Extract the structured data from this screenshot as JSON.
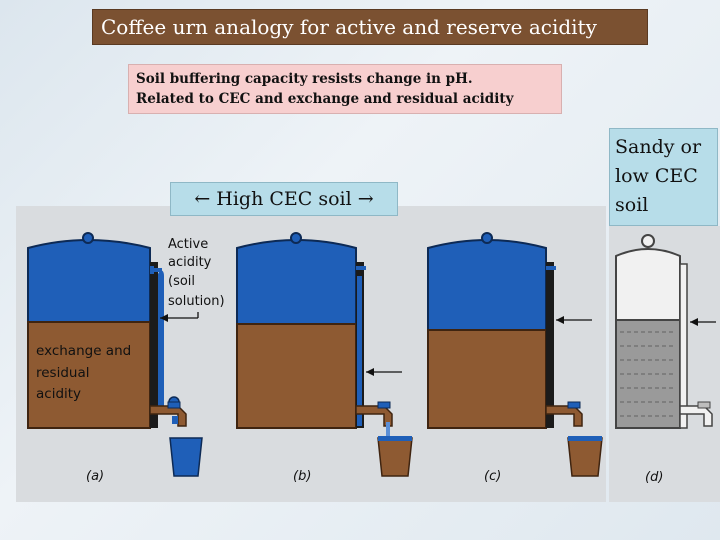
{
  "title": "Coffee urn analogy for active and reserve acidity",
  "note": {
    "line1": "Soil buffering capacity resists change in pH.",
    "line2": "Related to CEC and exchange and residual acidity"
  },
  "cec_label": {
    "left_arrow": "←",
    "text": "High CEC soil",
    "right_arrow": "→"
  },
  "sandy_label": {
    "line1": "Sandy or",
    "line2": "low CEC",
    "line3": "soil"
  },
  "labels": {
    "active_1": "Active",
    "active_2": "acidity",
    "active_3": "(soil",
    "active_4": "solution)",
    "reserve_1": "exchange and",
    "reserve_2": "residual",
    "reserve_3": "acidity"
  },
  "panels": [
    "(a)",
    "(b)",
    "(c)",
    "(d)"
  ],
  "colors": {
    "solution": "#1f5fb8",
    "reserve": "#8e5a32",
    "panel_bg": "#d9dcdf",
    "title_bg": "#7b5131"
  }
}
